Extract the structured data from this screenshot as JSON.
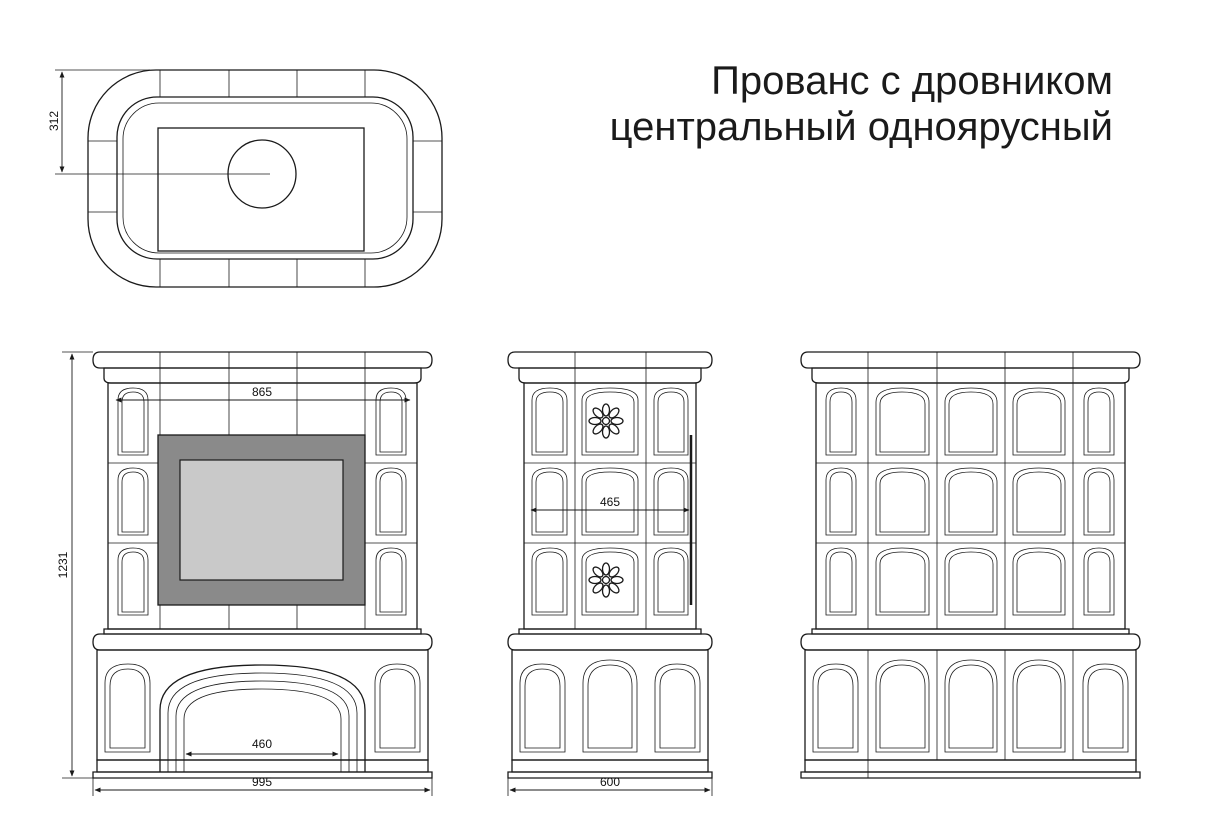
{
  "title": {
    "line1": "Прованс с дровником",
    "line2": "центральный одноярусный"
  },
  "dimensions": {
    "plan_depth": "312",
    "front_inner_width": "865",
    "total_height": "1231",
    "firewood_opening_width": "460",
    "front_total_width": "995",
    "side_inner_width": "465",
    "side_total_width": "600"
  },
  "colors": {
    "line": "#1a1a1a",
    "firebox_frame": "#8a8a8a",
    "firebox_glass": "#c9c9c9"
  }
}
